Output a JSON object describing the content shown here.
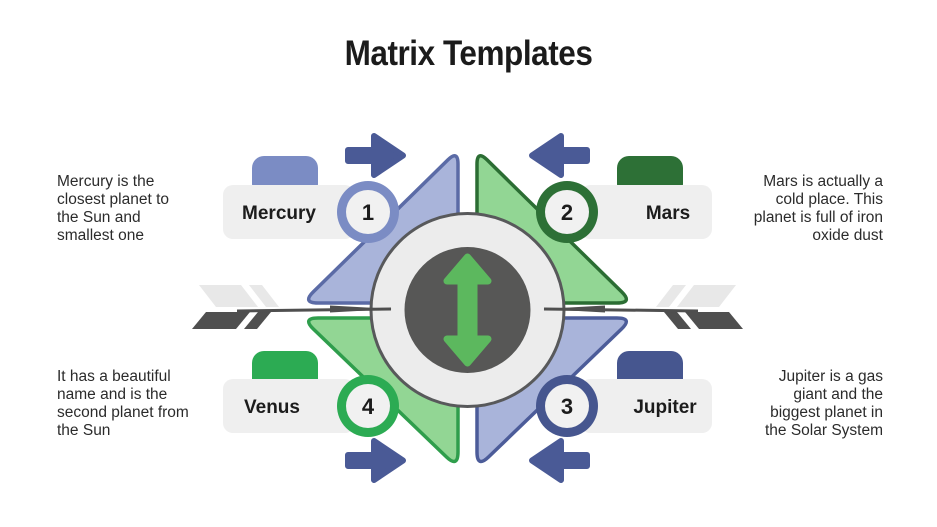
{
  "title": "Matrix Templates",
  "center_icon": "up-down-arrow",
  "colors": {
    "periwinkle_fill": "#a9b4da",
    "periwinkle_stroke": "#5b6ba6",
    "green_fill": "#92d694",
    "mercury_accent": "#7b8cc4",
    "mars_accent": "#2d7036",
    "venus_accent": "#2cab53",
    "jupiter_accent": "#46568f",
    "navy_arrow": "#4a5a96",
    "pill_bg": "#efefef",
    "big_circle_bg": "#ececec",
    "inner_circle": "#575756",
    "arrow_green": "#5cb85e",
    "shaft_gray": "#4f4f4f",
    "feather_light": "#e8e8e8",
    "text": "#1c1c1c"
  },
  "quadrants": [
    {
      "id": "mercury",
      "number": "1",
      "label": "Mercury",
      "description": "Mercury is the\nclosest planet to\nthe Sun and\nsmallest one"
    },
    {
      "id": "mars",
      "number": "2",
      "label": "Mars",
      "description": "Mars is actually a\ncold place. This\nplanet is full of iron\noxide dust"
    },
    {
      "id": "jupiter",
      "number": "3",
      "label": "Jupiter",
      "description": "Jupiter is a gas\ngiant and the\nbiggest planet in\nthe Solar System"
    },
    {
      "id": "venus",
      "number": "4",
      "label": "Venus",
      "description": "It has a beautiful\nname and is the\nsecond planet from\nthe Sun"
    }
  ]
}
